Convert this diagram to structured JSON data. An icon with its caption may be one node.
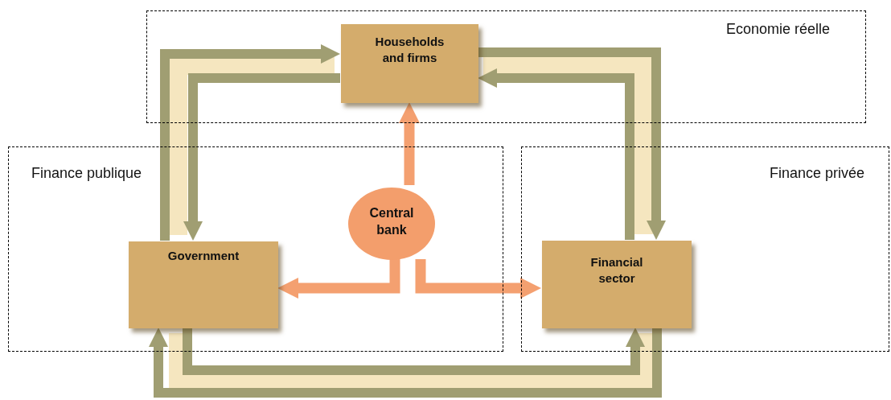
{
  "diagram": {
    "nodes": [
      {
        "text": [
          "Economie réelle"
        ]
      },
      {
        "text": [
          "Households and firms"
        ],
        "in": 0
      },
      {
        "text": [
          "Finance publique"
        ]
      },
      {
        "text": [
          "Government"
        ],
        "in": 2
      },
      {
        "text": [
          "Central bank"
        ],
        "in": 2
      },
      {
        "text": [
          "Finance privée"
        ]
      },
      {
        "text": [
          "Financial sector"
        ],
        "in": 5
      }
    ],
    "edges": [
      {
        "from": 3,
        "to": 1,
        "arrow": "to"
      },
      {
        "from": 1,
        "to": 3,
        "arrow": "to"
      },
      {
        "from": 1,
        "to": 6,
        "arrow": "to"
      },
      {
        "from": 6,
        "to": 1,
        "arrow": "to"
      },
      {
        "from": 3,
        "to": 6,
        "arrow": "to"
      },
      {
        "from": 6,
        "to": 3,
        "arrow": "to"
      },
      {
        "from": 4,
        "to": 1,
        "arrow": "to",
        "color": "#f4a070"
      },
      {
        "from": 4,
        "to": 3,
        "arrow": "to",
        "color": "#f4a070"
      },
      {
        "from": 4,
        "to": 6,
        "arrow": "to",
        "color": "#f4a070"
      }
    ]
  }
}
